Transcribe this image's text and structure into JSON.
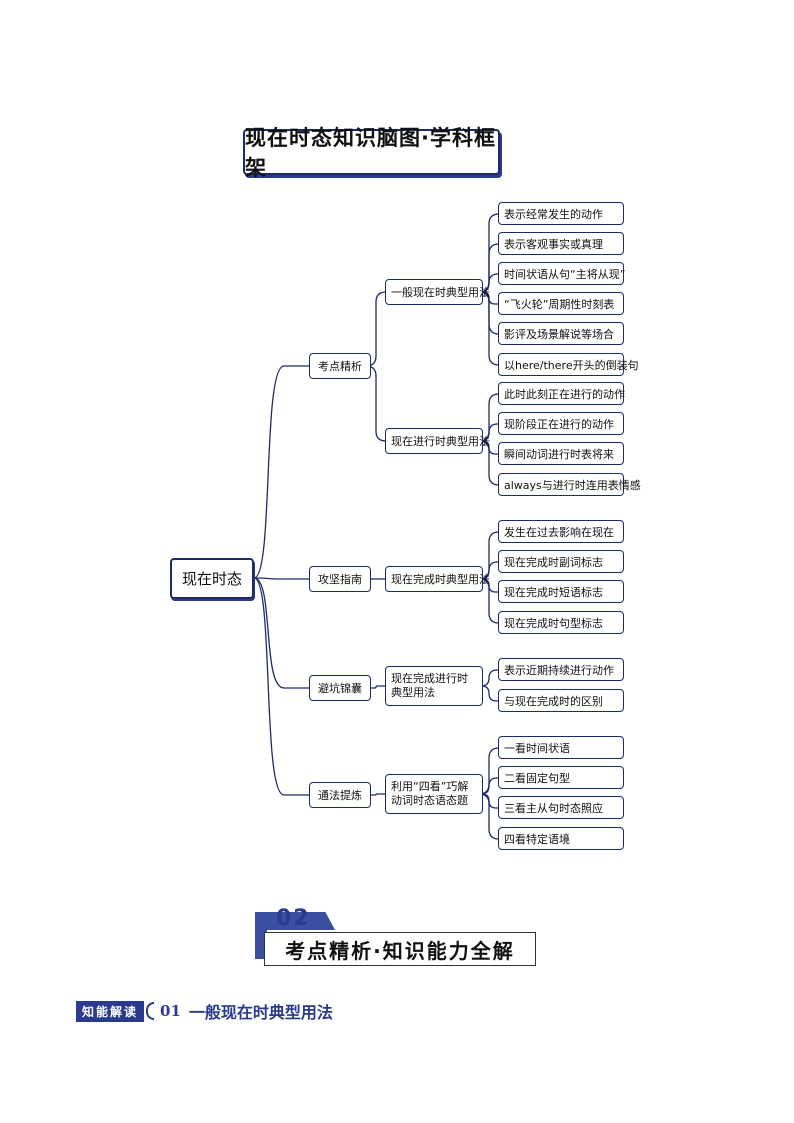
{
  "title": "现在时态知识脑图·学科框架",
  "root": "现在时态",
  "branches": [
    {
      "label": "考点精析",
      "children": [
        {
          "label": "一般现在时典型用法",
          "leaves": [
            "表示经常发生的动作",
            "表示客观事实或真理",
            "时间状语从句“主将从现”",
            "“飞火轮”周期性时刻表",
            "影评及场景解说等场合",
            "以here/there开头的倒装句"
          ]
        },
        {
          "label": "现在进行时典型用法",
          "leaves": [
            "此时此刻正在进行的动作",
            "现阶段正在进行的动作",
            "瞬间动词进行时表将来",
            "always与进行时连用表情感"
          ]
        }
      ]
    },
    {
      "label": "攻坚指南",
      "children": [
        {
          "label": "现在完成时典型用法",
          "leaves": [
            "发生在过去影响在现在",
            "现在完成时副词标志",
            "现在完成时短语标志",
            "现在完成时句型标志"
          ]
        }
      ]
    },
    {
      "label": "避坑锦囊",
      "children": [
        {
          "label": "现在完成进行时典型用法",
          "leaves": [
            "表示近期持续进行动作",
            "与现在完成时的区别"
          ]
        }
      ]
    },
    {
      "label": "通法提炼",
      "children": [
        {
          "label": "利用“四看”巧解动词时态语态题",
          "leaves": [
            "一看时间状语",
            "二看固定句型",
            "三看主从句时态照应",
            "四看特定语境"
          ]
        }
      ]
    }
  ],
  "section": {
    "number": "02",
    "title": "考点精析·知识能力全解"
  },
  "subsection": {
    "tag": "知能解读",
    "number": "01",
    "title": "一般现在时典型用法"
  }
}
